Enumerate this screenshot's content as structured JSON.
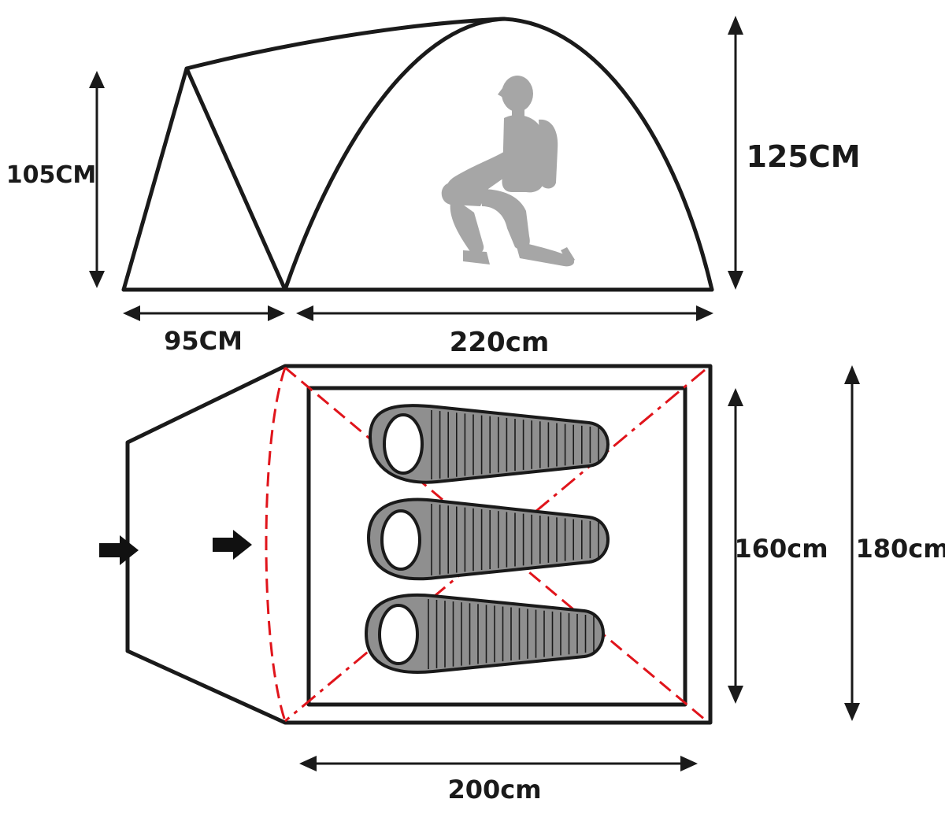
{
  "labels": {
    "vestibule_height": "105CM",
    "inner_height": "125CM",
    "vestibule_length": "95CM",
    "inner_length": "220cm",
    "inner_width": "160cm",
    "outer_width": "180cm",
    "floor_length": "200cm"
  },
  "icons": {
    "person": "kneeling-person-icon",
    "sleeping_bag": "sleeping-bag-icon",
    "entry_arrow": "right-arrow-icon"
  },
  "colors": {
    "outline": "#1a1a1a",
    "pole_dashes": "#e0141b",
    "sleeping_bag": "#8f8f8f",
    "person": "#a6a6a6"
  },
  "sleeping_bag_count": 3
}
